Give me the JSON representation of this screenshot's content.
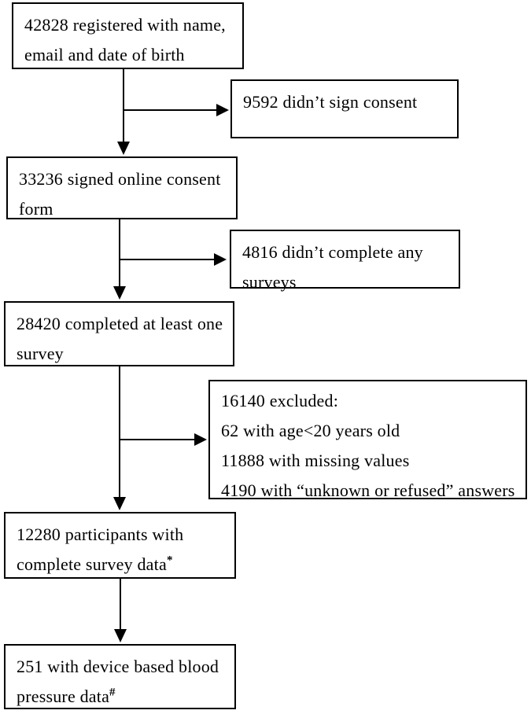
{
  "figure": {
    "type": "participant-flow-diagram",
    "colors": {
      "line": "#000000",
      "background": "#ffffff",
      "text": "#000000"
    }
  },
  "boxes": [
    {
      "name": "registered",
      "lines": [
        "42828 registered with name,",
        "email and date of birth"
      ]
    },
    {
      "name": "didnt-sign-consent",
      "lines": [
        "9592 didn’t sign consent"
      ]
    },
    {
      "name": "signed-online-consent",
      "lines": [
        "33236 signed online consent",
        "form"
      ]
    },
    {
      "name": "didnt-complete-any",
      "lines": [
        "4816 didn’t complete any",
        "surveys"
      ]
    },
    {
      "name": "completed-one-survey",
      "lines": [
        "28420 completed at least one",
        "survey"
      ]
    },
    {
      "name": "excluded",
      "lines": [
        "16140 excluded:",
        "62 with age<20 years old",
        "11888 with missing values",
        "4190 with “unknown or refused” answers"
      ]
    },
    {
      "name": "complete-survey-data",
      "lines": [
        "12280 participants with",
        "complete survey data"
      ],
      "superscript": "*"
    },
    {
      "name": "device-bp-data",
      "lines": [
        "251 with device based blood",
        "pressure data"
      ],
      "superscript": "#"
    }
  ]
}
